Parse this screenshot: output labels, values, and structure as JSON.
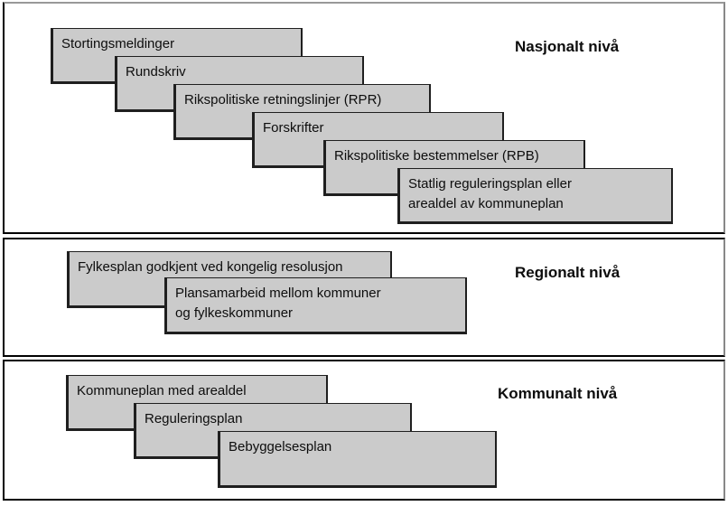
{
  "sections": [
    {
      "label": "Nasjonalt nivå",
      "boxes": [
        {
          "text": "Stortingsmeldinger"
        },
        {
          "text": "Rundskriv"
        },
        {
          "text": "Rikspolitiske retningslinjer (RPR)"
        },
        {
          "text": "Forskrifter"
        },
        {
          "text": "Rikspolitiske bestemmelser (RPB)"
        },
        {
          "text": "Statlig reguleringsplan eller\narealdel av kommuneplan"
        }
      ]
    },
    {
      "label": "Regionalt nivå",
      "boxes": [
        {
          "text": "Fylkesplan godkjent ved kongelig resolusjon"
        },
        {
          "text": "Plansamarbeid mellom kommuner\nog fylkeskommuner"
        }
      ]
    },
    {
      "label": "Kommunalt nivå",
      "boxes": [
        {
          "text": "Kommuneplan med arealdel"
        },
        {
          "text": "Reguleringsplan"
        },
        {
          "text": "Bebyggelsesplan"
        }
      ]
    }
  ],
  "colors": {
    "box_fill": "#cbcbcb",
    "box_border": "#1f1f1f",
    "section_border": "#000000",
    "text": "#0d0d0d",
    "background": "#ffffff"
  }
}
